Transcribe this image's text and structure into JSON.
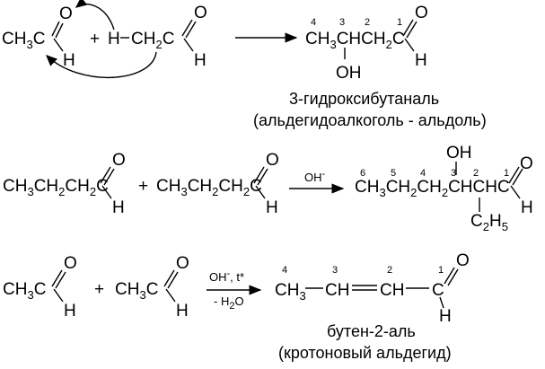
{
  "reaction1": {
    "reactant1": {
      "ch3c": "CH",
      "ch3c_sub": "3",
      "ch3c_tail": "C",
      "o": "O",
      "h": "H"
    },
    "plus": "+",
    "reactant2": {
      "h": "H",
      "ch2": "CH",
      "ch2_sub": "2",
      "c": "C",
      "o": "O",
      "hh": "H"
    },
    "product": {
      "ch3": "CH",
      "ch3_sub": "3",
      "ch": "CH",
      "ch2": "CH",
      "ch2_sub": "2",
      "c": "C",
      "o": "O",
      "h": "H",
      "oh": "OH",
      "num4": "4",
      "num3": "3",
      "num2": "2",
      "num1": "1"
    },
    "name": "3-гидроксибутаналь",
    "class": "(альдегидоалкоголь - альдоль)"
  },
  "reaction2": {
    "reactant1": {
      "t1": "CH",
      "s1": "3",
      "t2": "CH",
      "s2": "2",
      "t3": "CH",
      "s3": "2",
      "t4": "C",
      "o": "O",
      "h": "H"
    },
    "plus": "+",
    "reactant2": {
      "t1": "CH",
      "s1": "3",
      "t2": "CH",
      "s2": "2",
      "t3": "CH",
      "s3": "2",
      "t4": "C",
      "o": "O",
      "h": "H"
    },
    "condition": "OH",
    "condition_sup": "-",
    "product": {
      "t1": "CH",
      "s1": "3",
      "t2": "CH",
      "s2": "2",
      "t3": "CH",
      "s3": "2",
      "t4": "CH",
      "t5": "CH",
      "c": "C",
      "o": "O",
      "h": "H",
      "oh": "OH",
      "et": "C",
      "et_sub1": "2",
      "et_h": "H",
      "et_sub2": "5",
      "num6": "6",
      "num5": "5",
      "num4": "4",
      "num3": "3",
      "num2": "2",
      "num1": "1"
    }
  },
  "reaction3": {
    "reactant1": {
      "t1": "CH",
      "s1": "3",
      "t2": "C",
      "o": "O",
      "h": "H"
    },
    "plus": "+",
    "reactant2": {
      "t1": "CH",
      "s1": "3",
      "t2": "C",
      "o": "O",
      "h": "H"
    },
    "condition_top": "OH",
    "condition_top_sup": "-",
    "condition_top_tail": ", t*",
    "condition_bottom": "- H",
    "condition_bottom_sub": "2",
    "condition_bottom_tail": "O",
    "product": {
      "ch3": "CH",
      "ch3_sub": "3",
      "ch": "CH",
      "ch2": "CH",
      "c": "C",
      "o": "O",
      "h": "H",
      "num4": "4",
      "num3": "3",
      "num2": "2",
      "num1": "1"
    },
    "name": "бутен-2-аль",
    "class": "(кротоновый альдегид)"
  }
}
